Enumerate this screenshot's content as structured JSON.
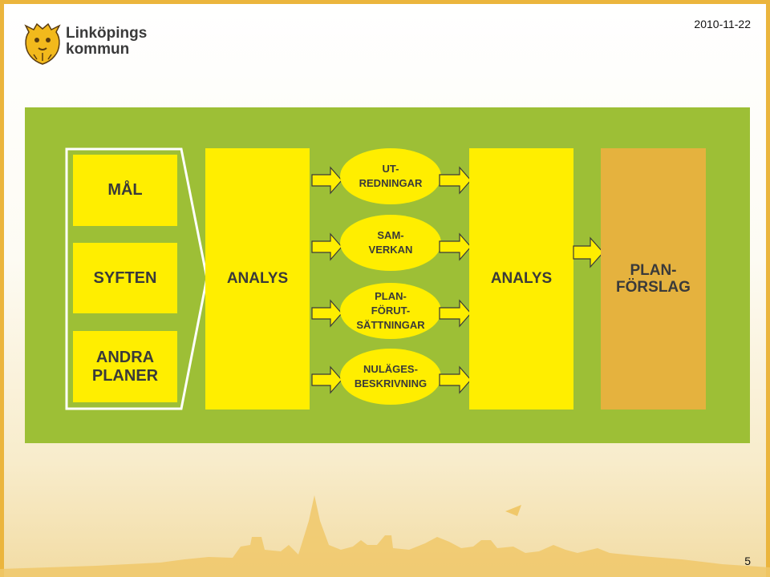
{
  "header": {
    "logo_text": "Linköpings\nkommun",
    "date": "2010-11-22"
  },
  "diagram": {
    "inputs": [
      "MÅL",
      "SYFTEN",
      "ANDRA\nPLANER"
    ],
    "analysis_left": "ANALYS",
    "studies": [
      "UT-\nREDNINGAR",
      "SAM-\nVERKAN",
      "PLAN-\nFÖRUT-\nSÄTTNINGAR",
      "NULÄGES-\nBESKRIVNING"
    ],
    "analysis_right": "ANALYS",
    "result": "PLAN-\nFÖRSLAG"
  },
  "footer": {
    "page_number": "5"
  },
  "colors": {
    "panel": "#9dbf36",
    "box_yellow": "#ffee00",
    "result_orange": "#e5b23e",
    "text": "#3a3a3a",
    "border_orange": "#ebb53d"
  }
}
